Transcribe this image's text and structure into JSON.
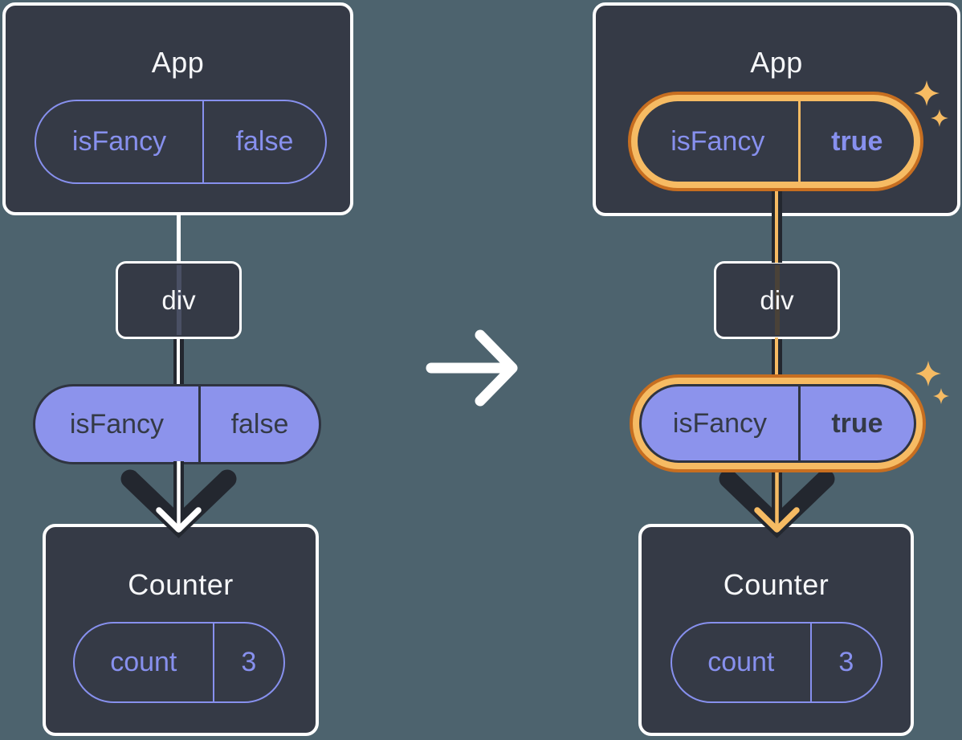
{
  "colors": {
    "background": "#4D636E",
    "card": "#353A46",
    "card_border": "#FFFFFF",
    "purple": "#8790EE",
    "purple_fill": "#8C93EC",
    "dark_ink": "#23272F",
    "orange_light": "#F6BB63",
    "orange_deep": "#C76E20"
  },
  "transition": {
    "icon": "arrow-right"
  },
  "before": {
    "app": {
      "title": "App",
      "prop": {
        "name": "isFancy",
        "value": "false"
      }
    },
    "div": {
      "label": "div"
    },
    "prop_pill": {
      "name": "isFancy",
      "value": "false"
    },
    "counter": {
      "title": "Counter",
      "state": {
        "name": "count",
        "value": "3"
      }
    }
  },
  "after": {
    "app": {
      "title": "App",
      "prop": {
        "name": "isFancy",
        "value": "true"
      }
    },
    "div": {
      "label": "div"
    },
    "prop_pill": {
      "name": "isFancy",
      "value": "true"
    },
    "counter": {
      "title": "Counter",
      "state": {
        "name": "count",
        "value": "3"
      }
    }
  }
}
